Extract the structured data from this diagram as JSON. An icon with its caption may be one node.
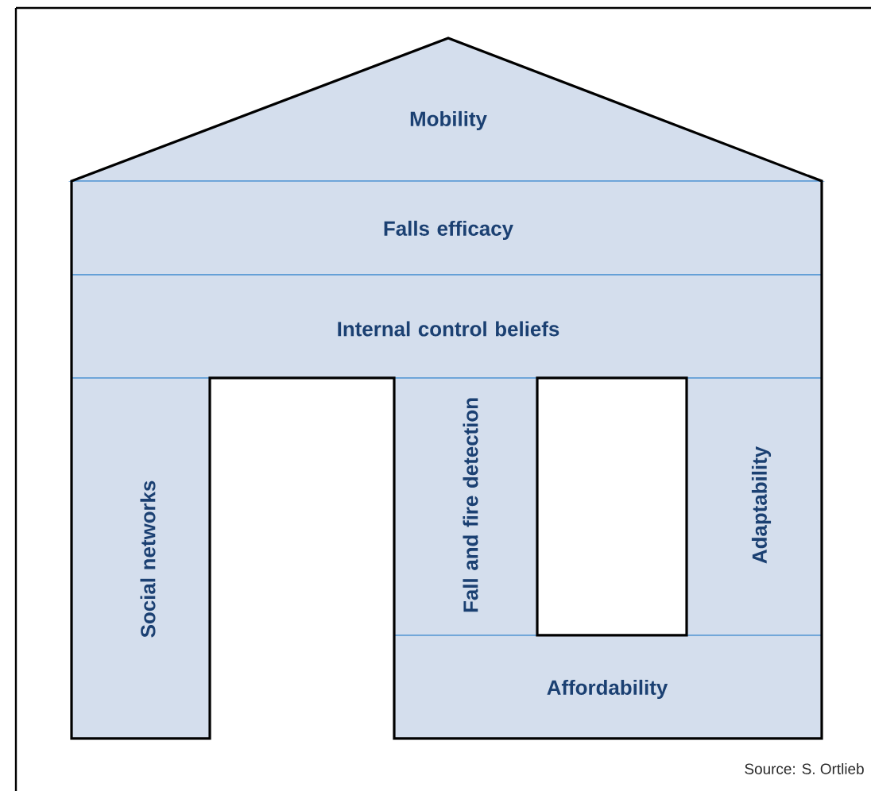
{
  "diagram": {
    "nodes": [
      {
        "text": [
          "Mobility"
        ]
      },
      {
        "text": [
          "Falls efficacy"
        ]
      },
      {
        "text": [
          "Internal control beliefs"
        ]
      },
      {
        "text": [
          "Social networks"
        ]
      },
      {
        "text": [
          "Fall and fire detection"
        ]
      },
      {
        "text": [
          "Adaptability"
        ]
      },
      {
        "text": [
          "Affordability"
        ]
      }
    ],
    "edges": [],
    "labels": [
      "Source: S. Ortlieb"
    ]
  }
}
